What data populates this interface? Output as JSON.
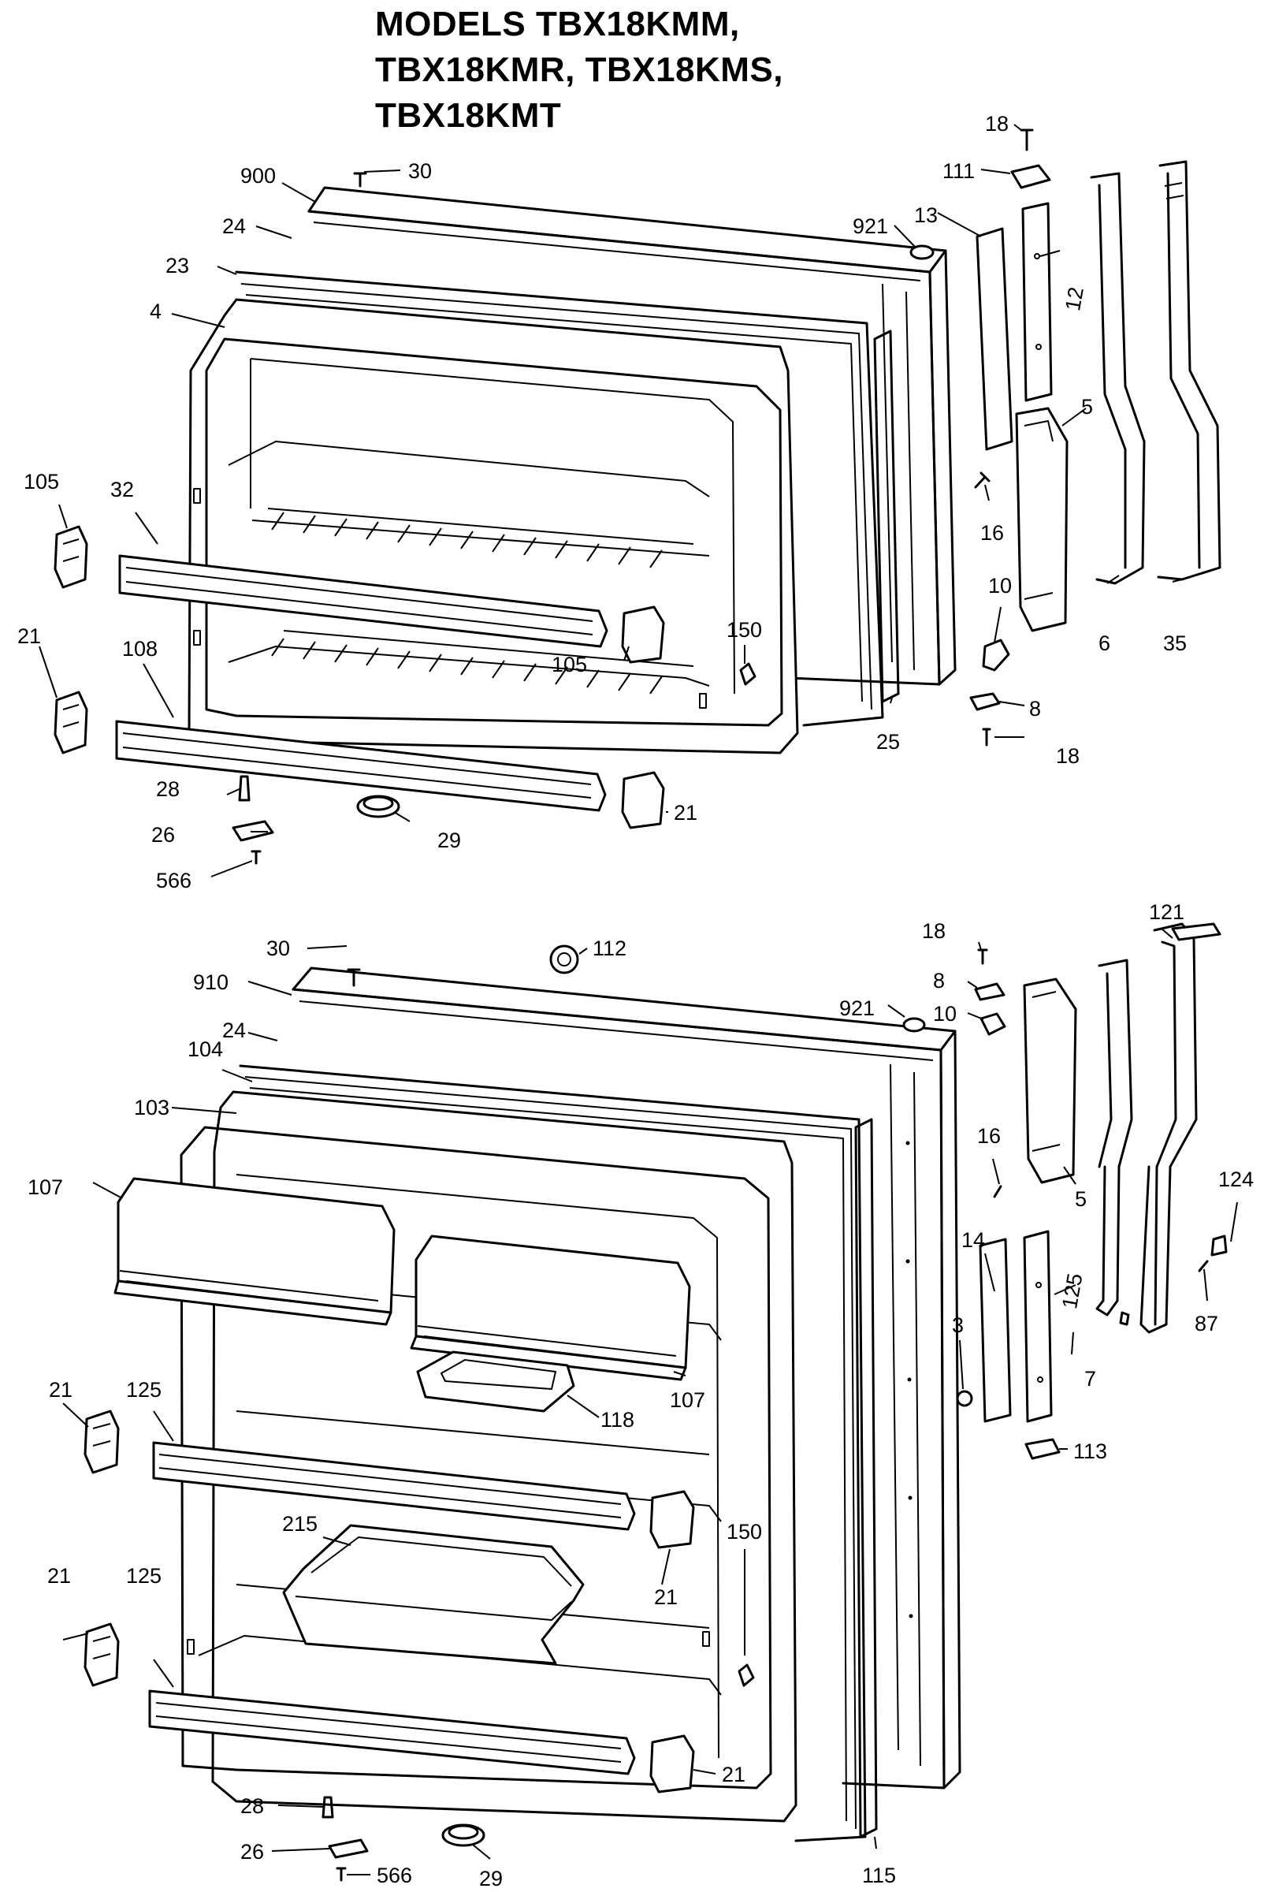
{
  "title": {
    "lines": [
      "MODELS TBX18KMM,",
      "TBX18KMR, TBX18KMS,",
      "TBX18KMT"
    ]
  },
  "freezer_callouts": [
    "30",
    "900",
    "24",
    "23",
    "4",
    "921",
    "18",
    "111",
    "13",
    "12",
    "5",
    "16",
    "10",
    "6",
    "35",
    "8",
    "18",
    "105",
    "32",
    "105",
    "150",
    "21",
    "108",
    "25",
    "28",
    "21",
    "26",
    "29",
    "566"
  ],
  "fresh_food_callouts": [
    "30",
    "112",
    "18",
    "121",
    "910",
    "24",
    "921",
    "8",
    "10",
    "104",
    "103",
    "107",
    "16",
    "124",
    "5",
    "14",
    "87",
    "125",
    "7",
    "3",
    "107",
    "118",
    "21",
    "125",
    "113",
    "150",
    "215",
    "21",
    "21",
    "125",
    "21",
    "28",
    "26",
    "566",
    "29",
    "115"
  ],
  "icons": [
    "screw-icon",
    "hinge-cap-icon",
    "shelf-bar-icon",
    "bracket-icon",
    "plug-icon"
  ],
  "colors": {
    "ink": "#000000",
    "paper": "#ffffff"
  }
}
